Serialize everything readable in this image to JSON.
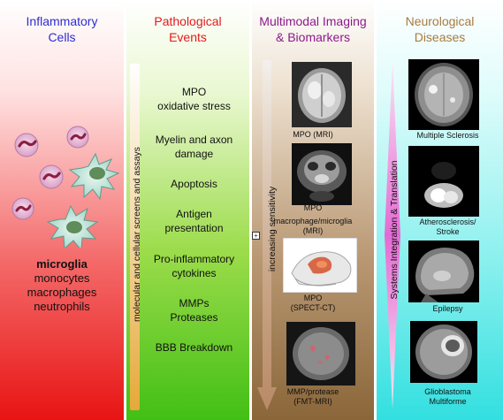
{
  "columns": {
    "inflammatory": {
      "title_line1": "Inflammatory",
      "title_line2": "Cells",
      "title_color": "#2d2dd0",
      "cells": {
        "bold": "microglia",
        "line2": "monocytes",
        "line3": "macrophages",
        "line4": "neutrophils"
      }
    },
    "pathological": {
      "title_line1": "Pathological",
      "title_line2": "Events",
      "title_color": "#e21b1b",
      "side_label": "molecular and cellular screens and assays",
      "events": [
        {
          "line1": "MPO",
          "line2": "oxidative stress"
        },
        {
          "line1": "Myelin and axon",
          "line2": "damage"
        },
        {
          "line1": "Apoptosis",
          "line2": ""
        },
        {
          "line1": "Antigen",
          "line2": "presentation"
        },
        {
          "line1": "Pro-inflammatory",
          "line2": "cytokines"
        },
        {
          "line1": "MMPs",
          "line2": "Proteases"
        },
        {
          "line1": "BBB Breakdown",
          "line2": ""
        }
      ]
    },
    "imaging": {
      "title_line1": "Multimodal Imaging",
      "title_line2": "& Biomarkers",
      "title_color": "#8b1a8b",
      "side_label": "increasing sensitivity",
      "items": [
        {
          "line1": "MPO (MRI)",
          "line2": ""
        },
        {
          "line1": "MPO",
          "line2": "macrophage/microglia",
          "line3": "(MRI)"
        },
        {
          "line1": "MPO",
          "line2": "(SPECT-CT)"
        },
        {
          "line1": "MMP/protease",
          "line2": "(FMT-MRI)"
        }
      ]
    },
    "neuro": {
      "title_line1": "Neurological",
      "title_line2": "Diseases",
      "title_color": "#a67b3e",
      "side_label": "Systems Integration & Translation",
      "diseases": [
        {
          "line1": "Multiple Sclerosis",
          "line2": ""
        },
        {
          "line1": "Atherosclerosis/",
          "line2": "Stroke"
        },
        {
          "line1": "Epilepsy",
          "line2": ""
        },
        {
          "line1": "Glioblastoma",
          "line2": "Multiforme"
        }
      ]
    }
  }
}
